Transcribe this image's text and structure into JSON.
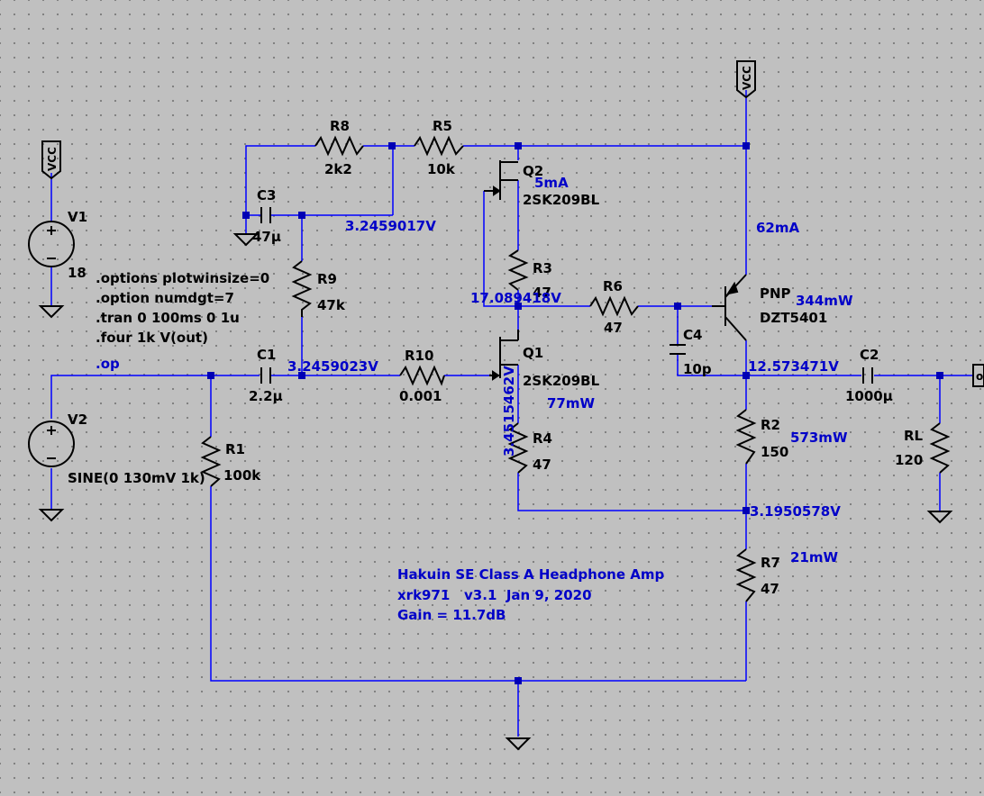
{
  "components": {
    "V1": {
      "ref": "V1",
      "value": "18"
    },
    "V2": {
      "ref": "V2",
      "value": "SINE(0 130mV 1k)"
    },
    "R1": {
      "ref": "R1",
      "value": "100k"
    },
    "R2": {
      "ref": "R2",
      "value": "150"
    },
    "R3": {
      "ref": "R3",
      "value": "47"
    },
    "R4": {
      "ref": "R4",
      "value": "47"
    },
    "R5": {
      "ref": "R5",
      "value": "10k"
    },
    "R6": {
      "ref": "R6",
      "value": "47"
    },
    "R7": {
      "ref": "R7",
      "value": "47"
    },
    "R8": {
      "ref": "R8",
      "value": "2k2"
    },
    "R9": {
      "ref": "R9",
      "value": "47k"
    },
    "R10": {
      "ref": "R10",
      "value": "0.001"
    },
    "RL": {
      "ref": "RL",
      "value": "120"
    },
    "C1": {
      "ref": "C1",
      "value": "2.2µ"
    },
    "C2": {
      "ref": "C2",
      "value": "1000µ"
    },
    "C3": {
      "ref": "C3",
      "value": "47µ"
    },
    "C4": {
      "ref": "C4",
      "value": "10p"
    },
    "Q1": {
      "ref": "Q1",
      "value": "2SK209BL"
    },
    "Q2": {
      "ref": "Q2",
      "value": "2SK209BL"
    },
    "Q3": {
      "ref": "PNP",
      "value": "DZT5401"
    }
  },
  "flags": {
    "vcc_left": "VCC",
    "vcc_right": "VCC",
    "out": "out"
  },
  "directives": [
    ".options plotwinsize=0",
    ".option numdgt=7",
    ".tran 0 100ms 0 1u",
    ".four 1k V(out)"
  ],
  "op_directive": ".op",
  "annotations": {
    "node_fb": "3.2459017V",
    "node_gate": "3.2459023V",
    "node_q1_drain": "17.089418V",
    "node_q1_source": "3.4515462V",
    "node_out": "12.573471V",
    "node_r2_r7": "3.1950578V",
    "current_q2": "5mA",
    "current_q3": "62mA",
    "power_q3": "344mW",
    "power_q1": "77mW",
    "power_r2": "573mW",
    "power_r7": "21mW"
  },
  "title_block": {
    "line1": "Hakuin SE Class A Headphone Amp",
    "line2": "xrk971   v3.1  Jan 9, 2020",
    "line3": "Gain = 11.7dB"
  }
}
